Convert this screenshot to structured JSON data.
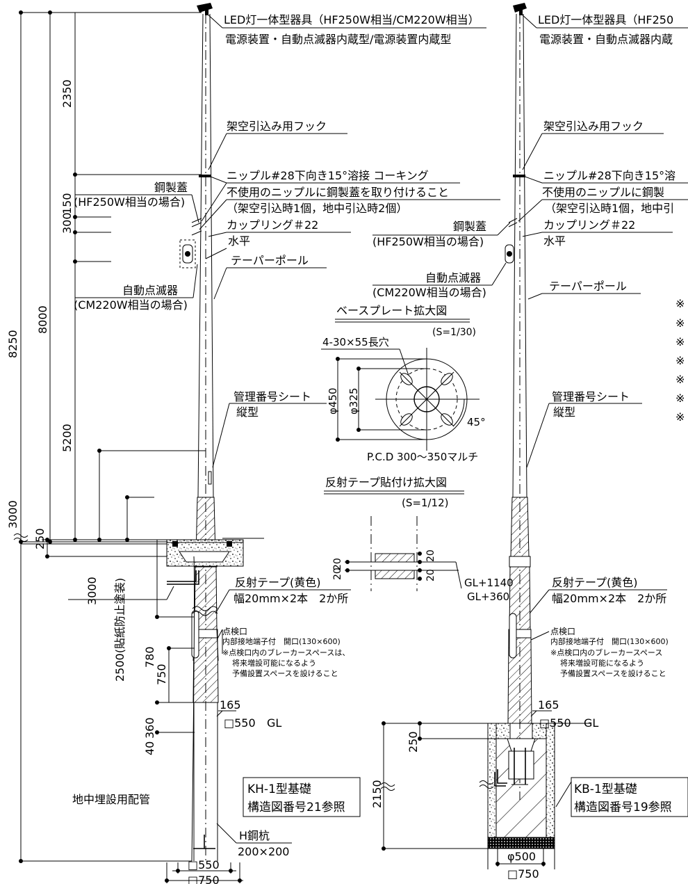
{
  "left_elevation": {
    "fixture_label_1": "LED灯一体型器具（HF250W相当/CM220W相当）",
    "fixture_label_2": "電源装置・自動点滅器内蔵型/電源装置内蔵型",
    "hook_label": "架空引込み用フック",
    "nipple_label": "ニップル#28下向き15°溶接 コーキング",
    "nipple_note": "不使用のニップルに鋼製蓋を取り付けること",
    "nipple_count": "（架空引込時1個，地中引込時2個）",
    "steel_cover_label": "鋼製蓋",
    "steel_cover_case": "(HF250W相当の場合)",
    "coupling_label": "カップリング＃22",
    "horizontal_label": "水平",
    "taper_pole_label": "テーパーポール",
    "auto_switch_label": "自動点滅器",
    "auto_switch_case": "(CM220W相当の場合)",
    "sheet_label": "管理番号シート",
    "sheet_orientation": "縦型",
    "reflect_tape_label": "反射テープ(黄色)",
    "reflect_tape_spec": "幅20mm×2本　2か所",
    "inspection_label": "点検口",
    "inspection_line1": "内部接地端子付　開口(130×600)",
    "inspection_line2": "※点検口内のブレーカースペースは、",
    "inspection_line3": "将来増設可能になるよう",
    "inspection_line4": "予備設置スペースを設けること",
    "dim_165": "165",
    "dim_550_top": "□550",
    "gl_label": "GL",
    "foundation_label": "KH-1型基礎",
    "foundation_ref": "構造図番号21参照",
    "buried_pipe_label": "地中埋設用配管",
    "h_pile_label": "H鋼杭",
    "h_pile_size": "200×200",
    "dim_550_bottom": "□550",
    "dim_750_bottom": "□750",
    "dims": {
      "d8250": "8250",
      "d8000": "8000",
      "d2350": "2350",
      "d300": "300",
      "d150": "150",
      "d5200": "5200",
      "d3000": "3000",
      "d2500": "2500(貼紙防止塗装)",
      "d780": "780",
      "d750": "750",
      "d360": "360",
      "d40": "40",
      "d250": "250",
      "d3000b": "3000"
    }
  },
  "base_plate": {
    "title": "ベースプレート拡大図",
    "scale": "(S=1/30)",
    "slot_label": "4-30×55長穴",
    "phi450": "φ450",
    "phi325": "φ325",
    "angle": "45°",
    "pcd": "P.C.D 300〜350マルチ"
  },
  "reflect_detail": {
    "title": "反射テープ貼付け拡大図",
    "scale": "(S=1/12)",
    "d20_a": "20",
    "d20_b": "20",
    "d20_c": "20",
    "d20_d": "20",
    "gl1140": "GL+1140",
    "gl360": "GL+360"
  },
  "right_elevation": {
    "fixture_label_1": "LED灯一体型器具（HF250",
    "fixture_label_2": "電源装置・自動点滅器内蔵",
    "hook_label": "架空引込み用フック",
    "nipple_label": "ニップル#28下向き15°溶",
    "nipple_note": "不使用のニップルに鋼製",
    "nipple_count": "（架空引込時1個，地中引",
    "steel_cover_label": "鋼製蓋",
    "steel_cover_case": "(HF250W相当の場合)",
    "coupling_label": "カップリング＃22",
    "horizontal_label": "水平",
    "auto_switch_label": "自動点滅器",
    "auto_switch_case": "(CM220W相当の場合)",
    "taper_pole_label": "テーパーポール",
    "sheet_label": "管理番号シート",
    "sheet_orientation": "縦型",
    "reflect_tape_label": "反射テープ(黄色)",
    "reflect_tape_spec": "幅20mm×2本　2か所",
    "inspection_label": "点検口",
    "inspection_line1": "内部接地端子付　開口(130×600)",
    "inspection_line2": "※点検口内のブレーカースペース",
    "inspection_line3": "将来増設可能になるよう",
    "inspection_line4": "予備設置スペースを設けること",
    "dim_165": "165",
    "dim_550_top": "□550",
    "gl_label": "GL",
    "dim_250": "250",
    "dim_2150": "2150",
    "foundation_label": "KB-1型基礎",
    "foundation_ref": "構造図番号19参照",
    "dim_phi500": "φ500",
    "dim_750": "□750"
  },
  "notes_marks": [
    "※",
    "※",
    "※",
    "※",
    "※",
    "※",
    "※"
  ]
}
